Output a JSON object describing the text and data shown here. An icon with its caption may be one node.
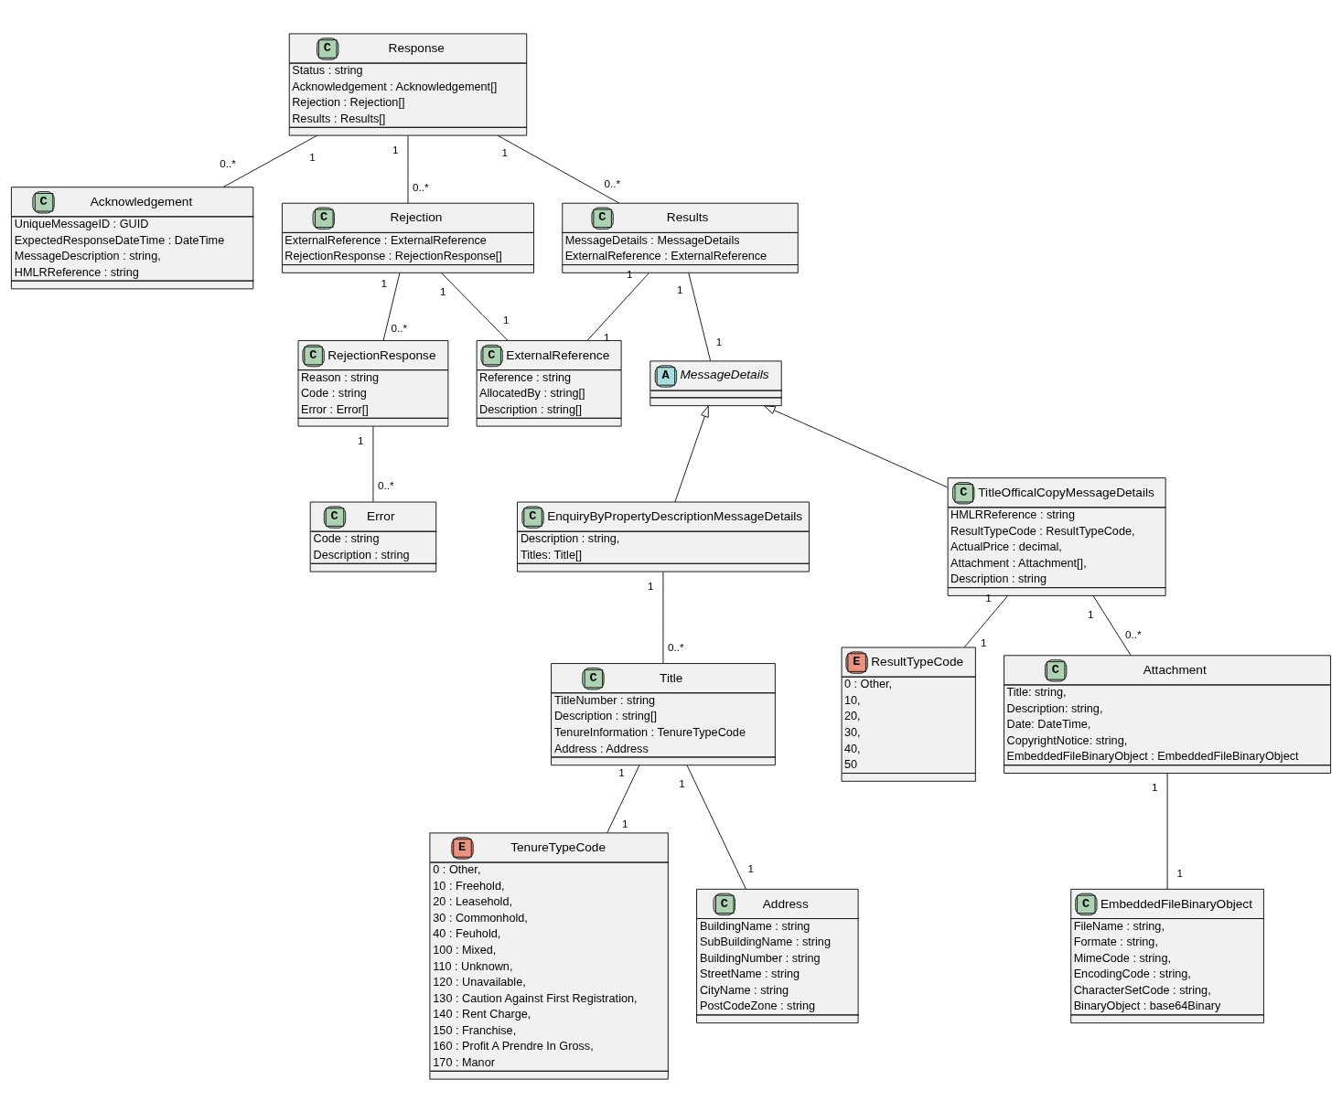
{
  "diagram": {
    "nodes": [
      {
        "text": [
          "C",
          "Response",
          "Status : string",
          "Acknowledgement : Acknowledgement[]",
          "Rejection : Rejection[]",
          "Results : Results[]"
        ]
      },
      {
        "text": [
          "C",
          "Acknowledgement",
          "UniqueMessageID : GUID",
          "ExpectedResponseDateTime : DateTime",
          "MessageDescription : string,",
          "HMLRReference : string"
        ]
      },
      {
        "text": [
          "C",
          "Rejection",
          "ExternalReference : ExternalReference",
          "RejectionResponse : RejectionResponse[]"
        ]
      },
      {
        "text": [
          "C",
          "Results",
          "MessageDetails : MessageDetails",
          "ExternalReference : ExternalReference"
        ]
      },
      {
        "text": [
          "C",
          "RejectionResponse",
          "Reason : string",
          "Code : string",
          "Error : Error[]"
        ]
      },
      {
        "text": [
          "C",
          "ExternalReference",
          "Reference : string",
          "AllocatedBy : string[]",
          "Description : string[]"
        ]
      },
      {
        "text": [
          "A",
          "MessageDetails"
        ]
      },
      {
        "text": [
          "C",
          "Error",
          "Code : string",
          "Description : string"
        ]
      },
      {
        "text": [
          "C",
          "EnquiryByPropertyDescriptionMessageDetails",
          "Description : string,",
          "Titles: Title[]"
        ]
      },
      {
        "text": [
          "C",
          "TitleOfficalCopyMessageDetails",
          "HMLRReference : string",
          "ResultTypeCode : ResultTypeCode,",
          "ActualPrice : decimal,",
          "Attachment : Attachment[],",
          "Description : string"
        ]
      },
      {
        "text": [
          "C",
          "Title",
          "TitleNumber : string",
          "Description : string[]",
          "TenureInformation : TenureTypeCode",
          "Address : Address"
        ]
      },
      {
        "text": [
          "E",
          "ResultTypeCode",
          "0 : Other,",
          "10,",
          "20,",
          "30,",
          "40,",
          "50"
        ]
      },
      {
        "text": [
          "C",
          "Attachment",
          "Title: string,",
          "Description: string,",
          "Date: DateTime,",
          "CopyrightNotice: string,",
          "EmbeddedFileBinaryObject : EmbeddedFileBinaryObject"
        ]
      },
      {
        "text": [
          "E",
          "TenureTypeCode",
          "0 : Other,",
          "10 : Freehold,",
          "20 : Leasehold,",
          "30 : Commonhold,",
          "40 : Feuhold,",
          "100 : Mixed,",
          "110 : Unknown,",
          "120 : Unavailable,",
          "130 : Caution Against First Registration,",
          "140 : Rent Charge,",
          "150 : Franchise,",
          "160 : Profit A Prendre In Gross,",
          "170 : Manor"
        ]
      },
      {
        "text": [
          "C",
          "Address",
          "BuildingName : string",
          "SubBuildingName : string",
          "BuildingNumber : string",
          "StreetName : string",
          "CityName : string",
          "PostCodeZone : string"
        ]
      },
      {
        "text": [
          "C",
          "EmbeddedFileBinaryObject",
          "FileName : string,",
          "Formate : string,",
          "MimeCode : string,",
          "EncodingCode : string,",
          "CharacterSetCode : string,",
          "BinaryObject : base64Binary"
        ]
      }
    ],
    "edges": [
      {
        "from": 0,
        "to": 1,
        "arrow": "none"
      },
      {
        "from": 0,
        "to": 2,
        "arrow": "none"
      },
      {
        "from": 0,
        "to": 3,
        "arrow": "none"
      },
      {
        "from": 2,
        "to": 4,
        "arrow": "none"
      },
      {
        "from": 2,
        "to": 5,
        "arrow": "none"
      },
      {
        "from": 3,
        "to": 5,
        "arrow": "none"
      },
      {
        "from": 3,
        "to": 6,
        "arrow": "none"
      },
      {
        "from": 4,
        "to": 7,
        "arrow": "none"
      },
      {
        "from": 8,
        "to": 6,
        "arrow": "to"
      },
      {
        "from": 9,
        "to": 6,
        "arrow": "to"
      },
      {
        "from": 8,
        "to": 10,
        "arrow": "none"
      },
      {
        "from": 9,
        "to": 11,
        "arrow": "none"
      },
      {
        "from": 9,
        "to": 12,
        "arrow": "none"
      },
      {
        "from": 10,
        "to": 13,
        "arrow": "none"
      },
      {
        "from": 10,
        "to": 14,
        "arrow": "none"
      },
      {
        "from": 12,
        "to": 15,
        "arrow": "none"
      }
    ],
    "labels": [
      "1",
      "1",
      "1",
      "0..*",
      "0..*",
      "0..*",
      "1",
      "1",
      "1",
      "1",
      "0..*",
      "1",
      "1",
      "1",
      "1",
      "0..*",
      "1",
      "1",
      "1",
      "1",
      "0..*",
      "0..*",
      "1",
      "1",
      "1",
      "1",
      "1",
      "1"
    ]
  }
}
